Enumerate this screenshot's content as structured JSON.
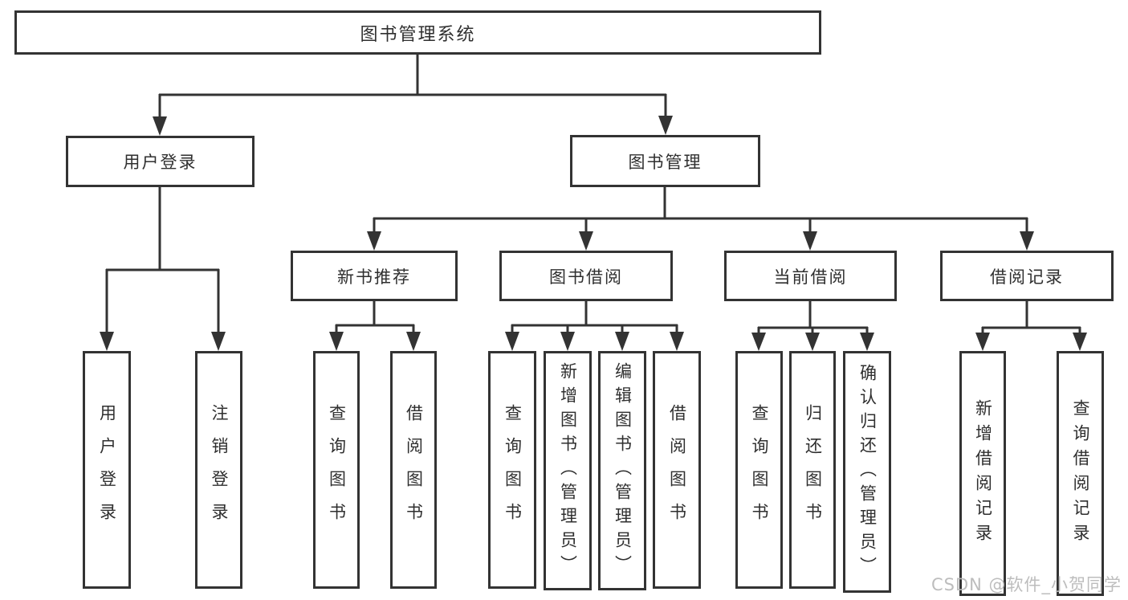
{
  "title": "图书管理系统",
  "nodes": {
    "root": {
      "label": "图书管理系统"
    },
    "login": {
      "label": "用户登录"
    },
    "mgmt": {
      "label": "图书管理"
    },
    "rec": {
      "label": "新书推荐"
    },
    "borrow": {
      "label": "图书借阅"
    },
    "current": {
      "label": "当前借阅"
    },
    "records": {
      "label": "借阅记录"
    },
    "login_user": {
      "label": "用户登录"
    },
    "login_logout": {
      "label": "注销登录"
    },
    "rec_query": {
      "label": "查询图书"
    },
    "rec_borrow": {
      "label": "借阅图书"
    },
    "borrow_query": {
      "label": "查询图书"
    },
    "borrow_add": {
      "label": "新增图书（管理员）"
    },
    "borrow_edit": {
      "label": "编辑图书（管理员）"
    },
    "borrow_borrow": {
      "label": "借阅图书"
    },
    "current_query": {
      "label": "查询图书"
    },
    "current_return": {
      "label": "归还图书"
    },
    "current_confirm": {
      "label": "确认归还（管理员）"
    },
    "records_add": {
      "label": "新增借阅记录"
    },
    "records_query": {
      "label": "查询借阅记录"
    }
  },
  "hierarchy": {
    "图书管理系统": {
      "用户登录": [
        "用户登录",
        "注销登录"
      ],
      "图书管理": {
        "新书推荐": [
          "查询图书",
          "借阅图书"
        ],
        "图书借阅": [
          "查询图书",
          "新增图书（管理员）",
          "编辑图书（管理员）",
          "借阅图书"
        ],
        "当前借阅": [
          "查询图书",
          "归还图书",
          "确认归还（管理员）"
        ],
        "借阅记录": [
          "新增借阅记录",
          "查询借阅记录"
        ]
      }
    }
  },
  "watermark": {
    "text": "CSDN @软件_小贺同学"
  },
  "colors": {
    "line": "#333333",
    "box_border": "#333333",
    "box_fill": "#ffffff",
    "text": "#2f2f2f",
    "watermark": "#b9b9b9",
    "background": "#ffffff"
  }
}
